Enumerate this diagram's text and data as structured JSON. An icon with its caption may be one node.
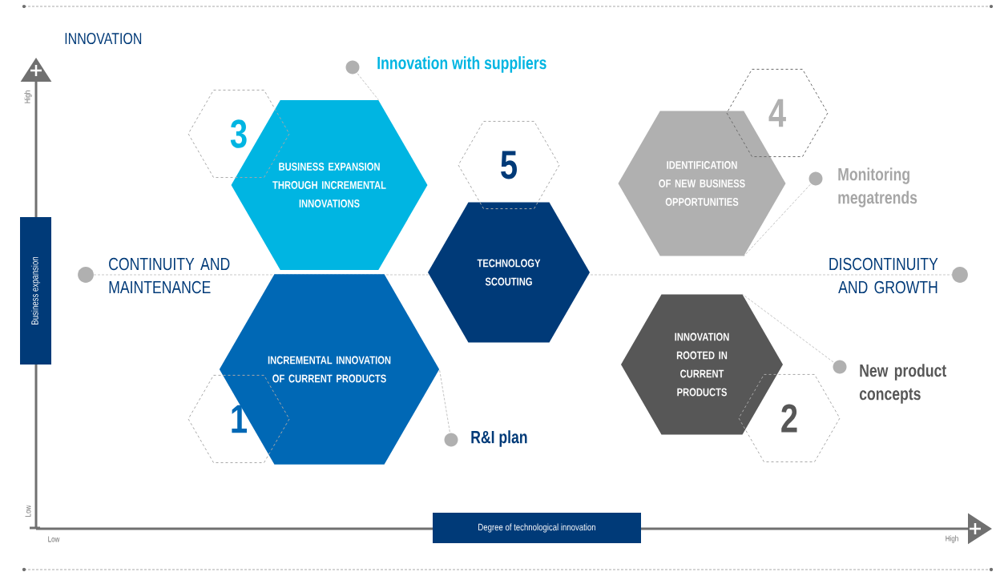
{
  "diagram": {
    "nodes": [
      {
        "text": [
          "BUSINESS EXPANSION THROUGH INCREMENTAL INNOVATIONS"
        ]
      },
      {
        "text": [
          "3"
        ]
      },
      {
        "text": [
          "Innovation with suppliers"
        ]
      },
      {
        "text": [
          "TECHNOLOGY SCOUTING"
        ]
      },
      {
        "text": [
          "5"
        ]
      },
      {
        "text": [
          "IDENTIFICATION OF NEW BUSINESS OPPORTUNITIES"
        ]
      },
      {
        "text": [
          "4"
        ]
      },
      {
        "text": [
          "Monitoring megatrends"
        ]
      },
      {
        "text": [
          "INCREMENTAL INNOVATION OF CURRENT PRODUCTS"
        ]
      },
      {
        "text": [
          "1"
        ]
      },
      {
        "text": [
          "R&I plan"
        ]
      },
      {
        "text": [
          "INNOVATION ROOTED IN CURRENT PRODUCTS"
        ]
      },
      {
        "text": [
          "2"
        ]
      },
      {
        "text": [
          "New product concepts"
        ]
      },
      {
        "text": [
          "Business expansion"
        ]
      },
      {
        "text": [
          "Degree of technological innovation"
        ]
      }
    ],
    "edges": [
      {
        "from": 2,
        "to": 0,
        "arrow": "other"
      },
      {
        "from": 7,
        "to": 5,
        "arrow": "other"
      },
      {
        "from": 10,
        "to": 8,
        "arrow": "other"
      },
      {
        "from": 13,
        "to": 11,
        "arrow": "other"
      }
    ],
    "labels": [
      "INNOVATION",
      "High",
      "CONTINUITY AND MAINTENANCE",
      "DISCONTINUITY AND GROWTH",
      "Low",
      "Low",
      "High"
    ]
  }
}
